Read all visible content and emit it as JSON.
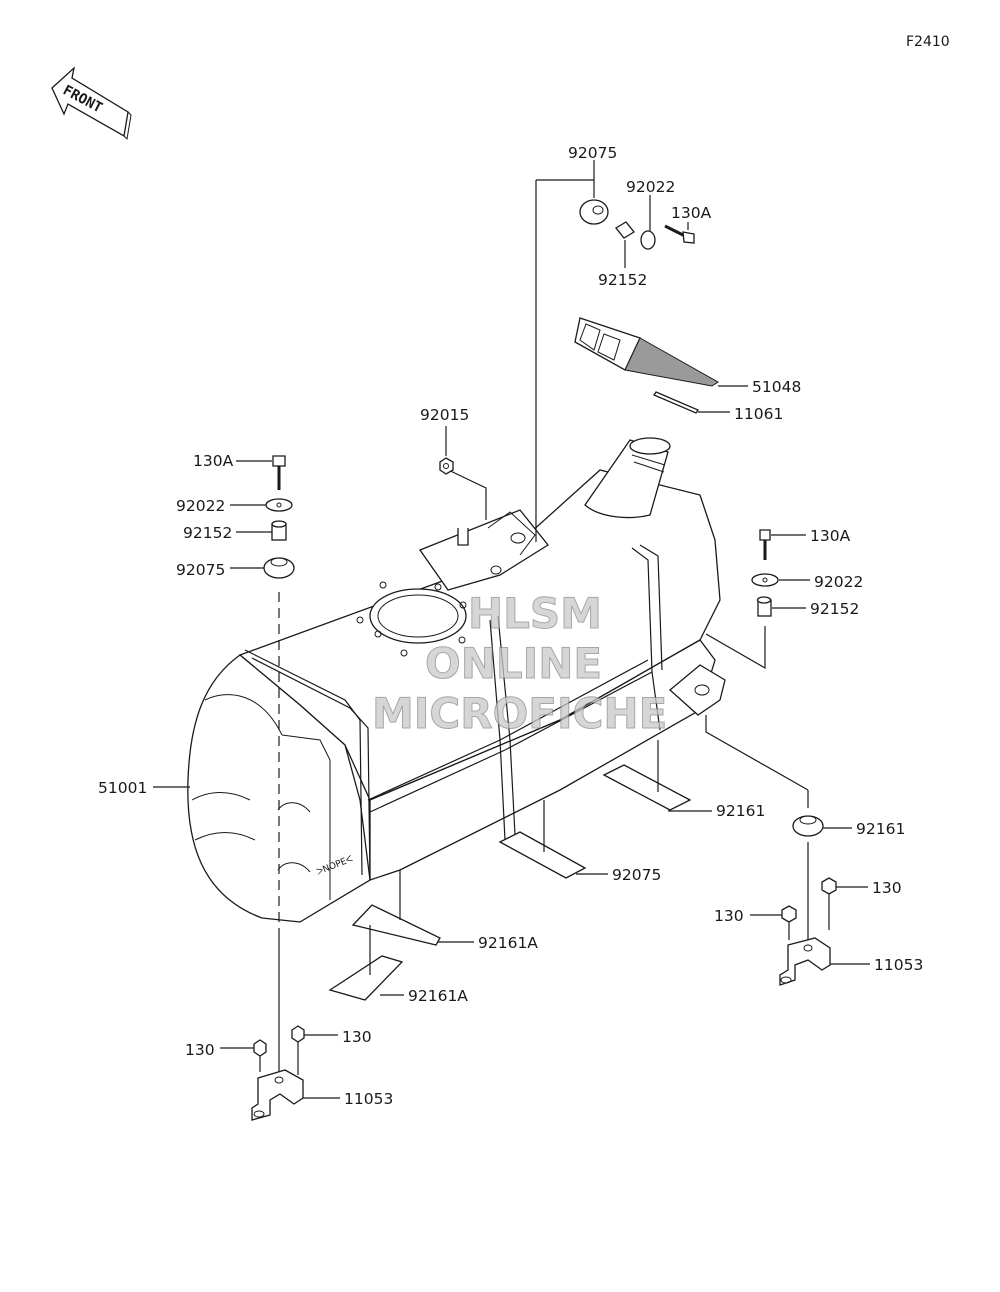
{
  "figure_code": "F2410",
  "front_label": "FRONT",
  "tank_marking": "ᐳNOPEᐸ",
  "watermark": [
    "HLSM",
    "ONLINE",
    "MICROFICHE"
  ],
  "callouts": [
    {
      "id": "c-92075-top",
      "text": "92075"
    },
    {
      "id": "c-92022-top",
      "text": "92022"
    },
    {
      "id": "c-130a-top",
      "text": "130A"
    },
    {
      "id": "c-92152-top",
      "text": "92152"
    },
    {
      "id": "c-51048",
      "text": "51048"
    },
    {
      "id": "c-11061",
      "text": "11061"
    },
    {
      "id": "c-92015",
      "text": "92015"
    },
    {
      "id": "c-130a-left",
      "text": "130A"
    },
    {
      "id": "c-92022-left",
      "text": "92022"
    },
    {
      "id": "c-92152-left",
      "text": "92152"
    },
    {
      "id": "c-92075-left",
      "text": "92075"
    },
    {
      "id": "c-130a-right",
      "text": "130A"
    },
    {
      "id": "c-92022-right",
      "text": "92022"
    },
    {
      "id": "c-92152-right",
      "text": "92152"
    },
    {
      "id": "c-51001",
      "text": "51001"
    },
    {
      "id": "c-92161-a",
      "text": "92161"
    },
    {
      "id": "c-92075-right",
      "text": "92075"
    },
    {
      "id": "c-92161-b",
      "text": "92161"
    },
    {
      "id": "c-130-right-b",
      "text": "130"
    },
    {
      "id": "c-130-right-a",
      "text": "130"
    },
    {
      "id": "c-11053-right",
      "text": "11053"
    },
    {
      "id": "c-92161a-a",
      "text": "92161A"
    },
    {
      "id": "c-92161a-b",
      "text": "92161A"
    },
    {
      "id": "c-130-left-b",
      "text": "130"
    },
    {
      "id": "c-130-left-a",
      "text": "130"
    },
    {
      "id": "c-11053-left",
      "text": "11053"
    }
  ]
}
